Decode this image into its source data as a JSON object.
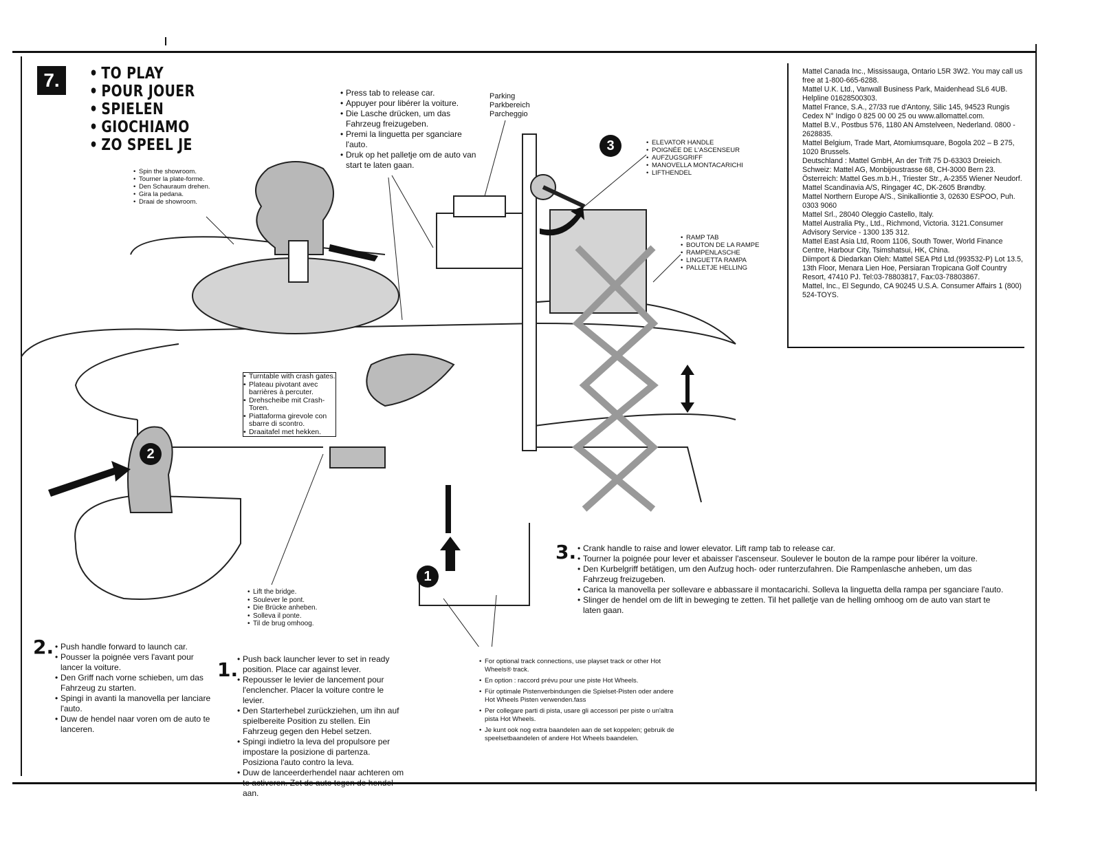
{
  "step_badge": "7.",
  "headings": [
    "TO PLAY",
    "POUR JOUER",
    "SPIELEN",
    "GIOCHIAMO",
    "ZO SPEEL JE"
  ],
  "callouts": {
    "showroom": [
      "Spin the showroom.",
      "Tourner la plate-forme.",
      "Den Schauraum drehen.",
      "Gira la pedana.",
      "Draai de showroom."
    ],
    "press_tab": [
      "Press tab to release car.",
      "Appuyer pour libérer la voiture.",
      "Die Lasche drücken, um das Fahrzeug freizugeben.",
      "Premi la linguetta per sganciare l'auto.",
      "Druk op het palletje om de auto van start te laten gaan."
    ],
    "parking": [
      "Parking",
      "Parkbereich",
      "Parcheggio"
    ],
    "elevator_handle": [
      "ELEVATOR HANDLE",
      "POIGNÉE DE L'ASCENSEUR",
      "AUFZUGSGRIFF",
      "MANOVELLA MONTACARICHI",
      "LIFTHENDEL"
    ],
    "ramp_tab": [
      "RAMP TAB",
      "BOUTON DE LA RAMPE",
      "RAMPENLASCHE",
      "LINGUETTA RAMPA",
      "PALLETJE HELLING"
    ],
    "turntable": [
      "Turntable with crash gates.",
      "Plateau pivotant avec barrières à percuter.",
      "Drehscheibe mit Crash-Toren.",
      "Piattaforma girevole con sbarre di scontro.",
      "Draaitafel met hekken."
    ],
    "bridge": [
      "Lift the bridge.",
      "Soulever le pont.",
      "Die Brücke anheben.",
      "Solleva il ponte.",
      "Til de brug omhoog."
    ],
    "track": [
      "For optional track connections, use playset track or other Hot Wheels® track.",
      "En option : raccord prévu pour une piste Hot Wheels.",
      "Für optimale Pistenverbindungen die Spielset-Pisten oder andere Hot Wheels Pisten verwenden.fass",
      "Per collegare parti di pista, usare gli accessori per piste o un'altra pista Hot Wheels.",
      "Je kunt ook nog extra baandelen aan de set koppelen; gebruik de speelsetbaandelen of andere Hot Wheels baandelen."
    ]
  },
  "markers": {
    "m1": "1",
    "m2": "2",
    "m3": "3"
  },
  "steps": {
    "s1": {
      "num": "1.",
      "lines": [
        "Push back launcher lever to set in ready position. Place car against lever.",
        "Repousser le levier de lancement pour l'enclencher. Placer la voiture contre le levier.",
        "Den Starterhebel zurückziehen, um ihn auf spielbereite Position zu stellen. Ein Fahrzeug gegen den Hebel setzen.",
        "Spingi indietro la leva del propulsore per impostare la posizione di partenza. Posiziona l'auto contro la leva.",
        "Duw de lanceerderhendel naar achteren om te activeren. Zet de auto tegen de hendel aan."
      ]
    },
    "s2": {
      "num": "2.",
      "lines": [
        "Push handle forward to launch car.",
        "Pousser la poignée vers l'avant pour lancer la voiture.",
        "Den Griff nach vorne schieben, um das Fahrzeug zu starten.",
        "Spingi in avanti la manovella per lanciare l'auto.",
        "Duw de hendel naar voren om de auto te lanceren."
      ]
    },
    "s3": {
      "num": "3.",
      "lines": [
        "Crank handle to raise and lower elevator.  Lift ramp tab to release car.",
        "Tourner la poignée pour lever et abaisser l'ascenseur. Soulever le bouton de la rampe pour libérer la voiture.",
        "Den Kurbelgriff betätigen, um den Aufzug hoch- oder runterzufahren. Die Rampenlasche anheben, um das Fahrzeug freizugeben.",
        "Carica la manovella per sollevare e abbassare il montacarichi. Solleva la linguetta della rampa per sganciare l'auto.",
        "Slinger de hendel om de lift in beweging te zetten. Til het palletje van de helling omhoog om de auto van start te laten gaan."
      ]
    }
  },
  "dealers": [
    "Mattel Canada Inc., Mississauga, Ontario L5R 3W2. You may call us free at 1-800-665-6288.",
    "Mattel U.K. Ltd., Vanwall Business Park, Maidenhead SL6 4UB. Helpline  01628500303.",
    "Mattel France, S.A., 27/33 rue d'Antony, Silic 145, 94523 Rungis Cedex N° Indigo 0 825 00 00 25 ou www.allomattel.com.",
    "Mattel B.V., Postbus 576, 1180 AN  Amstelveen, Nederland. 0800 - 2628835.",
    "Mattel Belgium, Trade Mart, Atomiumsquare, Bogola 202 – B 275, 1020 Brussels.",
    "Deutschland : Mattel GmbH, An der Trift 75 D-63303 Dreieich. Schweiz: Mattel AG, Monbijoustrasse 68, CH-3000 Bern 23. Österreich: Mattel Ges.m.b.H., Triester Str., A-2355 Wiener Neudorf.",
    "Mattel Scandinavia A/S, Ringager 4C, DK-2605 Brøndby.",
    "Mattel Northern Europe A/S., Sinikalliontie 3, 02630 ESPOO, Puh. 0303 9060",
    "Mattel Srl., 28040 Oleggio Castello, Italy.",
    "Mattel Australia Pty., Ltd., Richmond, Victoria. 3121.Consumer Advisory Service - 1300 135 312.",
    "Mattel East Asia Ltd, Room 1106, South Tower, World Finance Centre, Harbour City, Tsimshatsui, HK, China.",
    "Diimport & Diedarkan Oleh: Mattel SEA Ptd Ltd.(993532-P) Lot 13.5, 13th Floor, Menara Lien Hoe, Persiaran Tropicana Golf Country Resort, 47410 PJ. Tel:03-78803817, Fax:03-78803867.",
    "Mattel, Inc., El Segundo, CA 90245 U.S.A. Consumer Affairs 1 (800) 524-TOYS."
  ]
}
